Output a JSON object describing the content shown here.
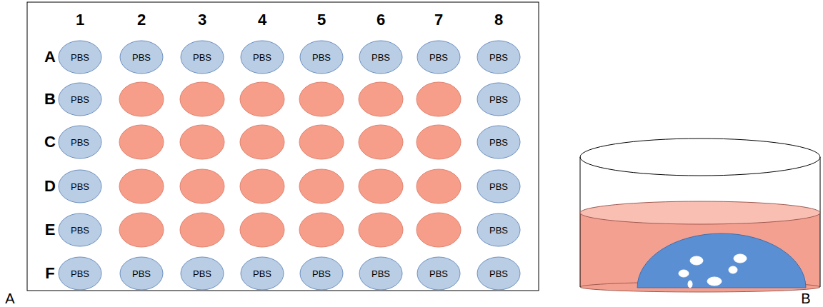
{
  "diagram": {
    "nodes": [
      {
        "text": [
          "PBS"
        ]
      },
      {
        "text": [
          "PBS"
        ]
      },
      {
        "text": [
          "PBS"
        ]
      },
      {
        "text": [
          "PBS"
        ]
      },
      {
        "text": [
          "PBS"
        ]
      },
      {
        "text": [
          "PBS"
        ]
      },
      {
        "text": [
          "PBS"
        ]
      },
      {
        "text": [
          "PBS"
        ]
      },
      {
        "text": [
          "PBS"
        ]
      },
      {
        "text": [
          "PBS"
        ]
      },
      {
        "text": [
          "PBS"
        ]
      },
      {
        "text": [
          "PBS"
        ]
      },
      {
        "text": [
          "PBS"
        ]
      },
      {
        "text": [
          "PBS"
        ]
      },
      {
        "text": [
          "PBS"
        ]
      },
      {
        "text": [
          "PBS"
        ]
      },
      {
        "text": [
          "PBS"
        ]
      },
      {
        "text": [
          "PBS"
        ]
      },
      {
        "text": [
          "PBS"
        ]
      },
      {
        "text": [
          "PBS"
        ]
      },
      {
        "text": [
          "PBS"
        ]
      },
      {
        "text": [
          "PBS"
        ]
      },
      {
        "text": [
          "PBS"
        ]
      },
      {
        "text": [
          "PBS"
        ]
      }
    ],
    "labels": [
      "1",
      "2",
      "3",
      "4",
      "5",
      "6",
      "7",
      "8",
      "A",
      "B",
      "C",
      "D",
      "E",
      "F",
      "A",
      "B"
    ]
  }
}
